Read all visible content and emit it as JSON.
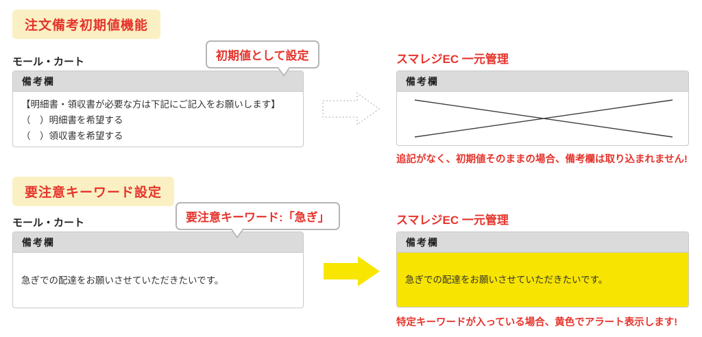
{
  "colors": {
    "accent_red": "#e5342c",
    "badge_bg": "#faf0c3",
    "header_gray": "#dbdbdb",
    "alert_yellow": "#f7e400",
    "arrow_yellow": "#f8e600",
    "box_border": "#c9c9c9"
  },
  "icons": {
    "flow_arrow_dashed": "dashed-right-arrow",
    "flow_arrow_solid": "solid-yellow-right-arrow",
    "not_imported": "x-cross-lines"
  },
  "sections": [
    {
      "badge": "注文備考初期値機能",
      "bubble": "初期値として設定",
      "source_label": "モール・カート",
      "source_box": {
        "header": "備考欄",
        "lines": [
          "【明細書・領収書が必要な方は下記にご記入をお願いします】",
          "（　）明細書を希望する",
          "（　）領収書を希望する"
        ]
      },
      "target_label": "スマレジEC 一元管理",
      "target_box": {
        "header": "備考欄",
        "content": ""
      },
      "caption": "追記がなく、初期値そのままの場合、備考欄は取り込まれません!"
    },
    {
      "badge": "要注意キーワード設定",
      "bubble": "要注意キーワード:「急ぎ」",
      "source_label": "モール・カート",
      "source_box": {
        "header": "備考欄",
        "lines": [
          "急ぎでの配達をお願いさせていただきたいです。"
        ]
      },
      "target_label": "スマレジEC 一元管理",
      "target_box": {
        "header": "備考欄",
        "content": "急ぎでの配達をお願いさせていただきたいです。"
      },
      "caption": "特定キーワードが入っている場合、黄色でアラート表示します!"
    }
  ]
}
